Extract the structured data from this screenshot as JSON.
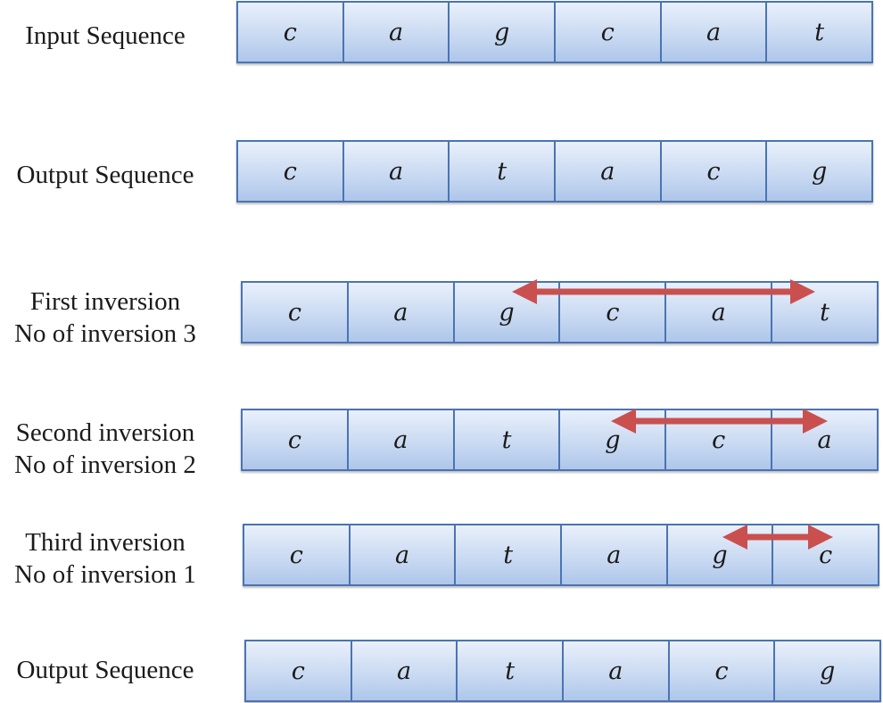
{
  "rows": [
    {
      "label_lines": [
        "Input Sequence"
      ],
      "cells": [
        "c",
        "a",
        "g",
        "c",
        "a",
        "t"
      ]
    },
    {
      "label_lines": [
        "Output Sequence"
      ],
      "cells": [
        "c",
        "a",
        "t",
        "a",
        "c",
        "g"
      ]
    },
    {
      "label_lines": [
        "First inversion",
        "No of inversion 3"
      ],
      "cells": [
        "c",
        "a",
        "g",
        "c",
        "a",
        "t"
      ]
    },
    {
      "label_lines": [
        "Second inversion",
        "No of inversion 2"
      ],
      "cells": [
        "c",
        "a",
        "t",
        "g",
        "c",
        "a"
      ]
    },
    {
      "label_lines": [
        "Third inversion",
        "No of inversion 1"
      ],
      "cells": [
        "c",
        "a",
        "t",
        "a",
        "g",
        "c"
      ]
    },
    {
      "label_lines": [
        "Output Sequence"
      ],
      "cells": [
        "c",
        "a",
        "t",
        "a",
        "c",
        "g"
      ]
    }
  ],
  "colors": {
    "cell_border": "#4a74b3",
    "cell_fill_top": "#e9f0fb",
    "cell_fill_bottom": "#aec6ea",
    "arrow": "#c9504f"
  }
}
